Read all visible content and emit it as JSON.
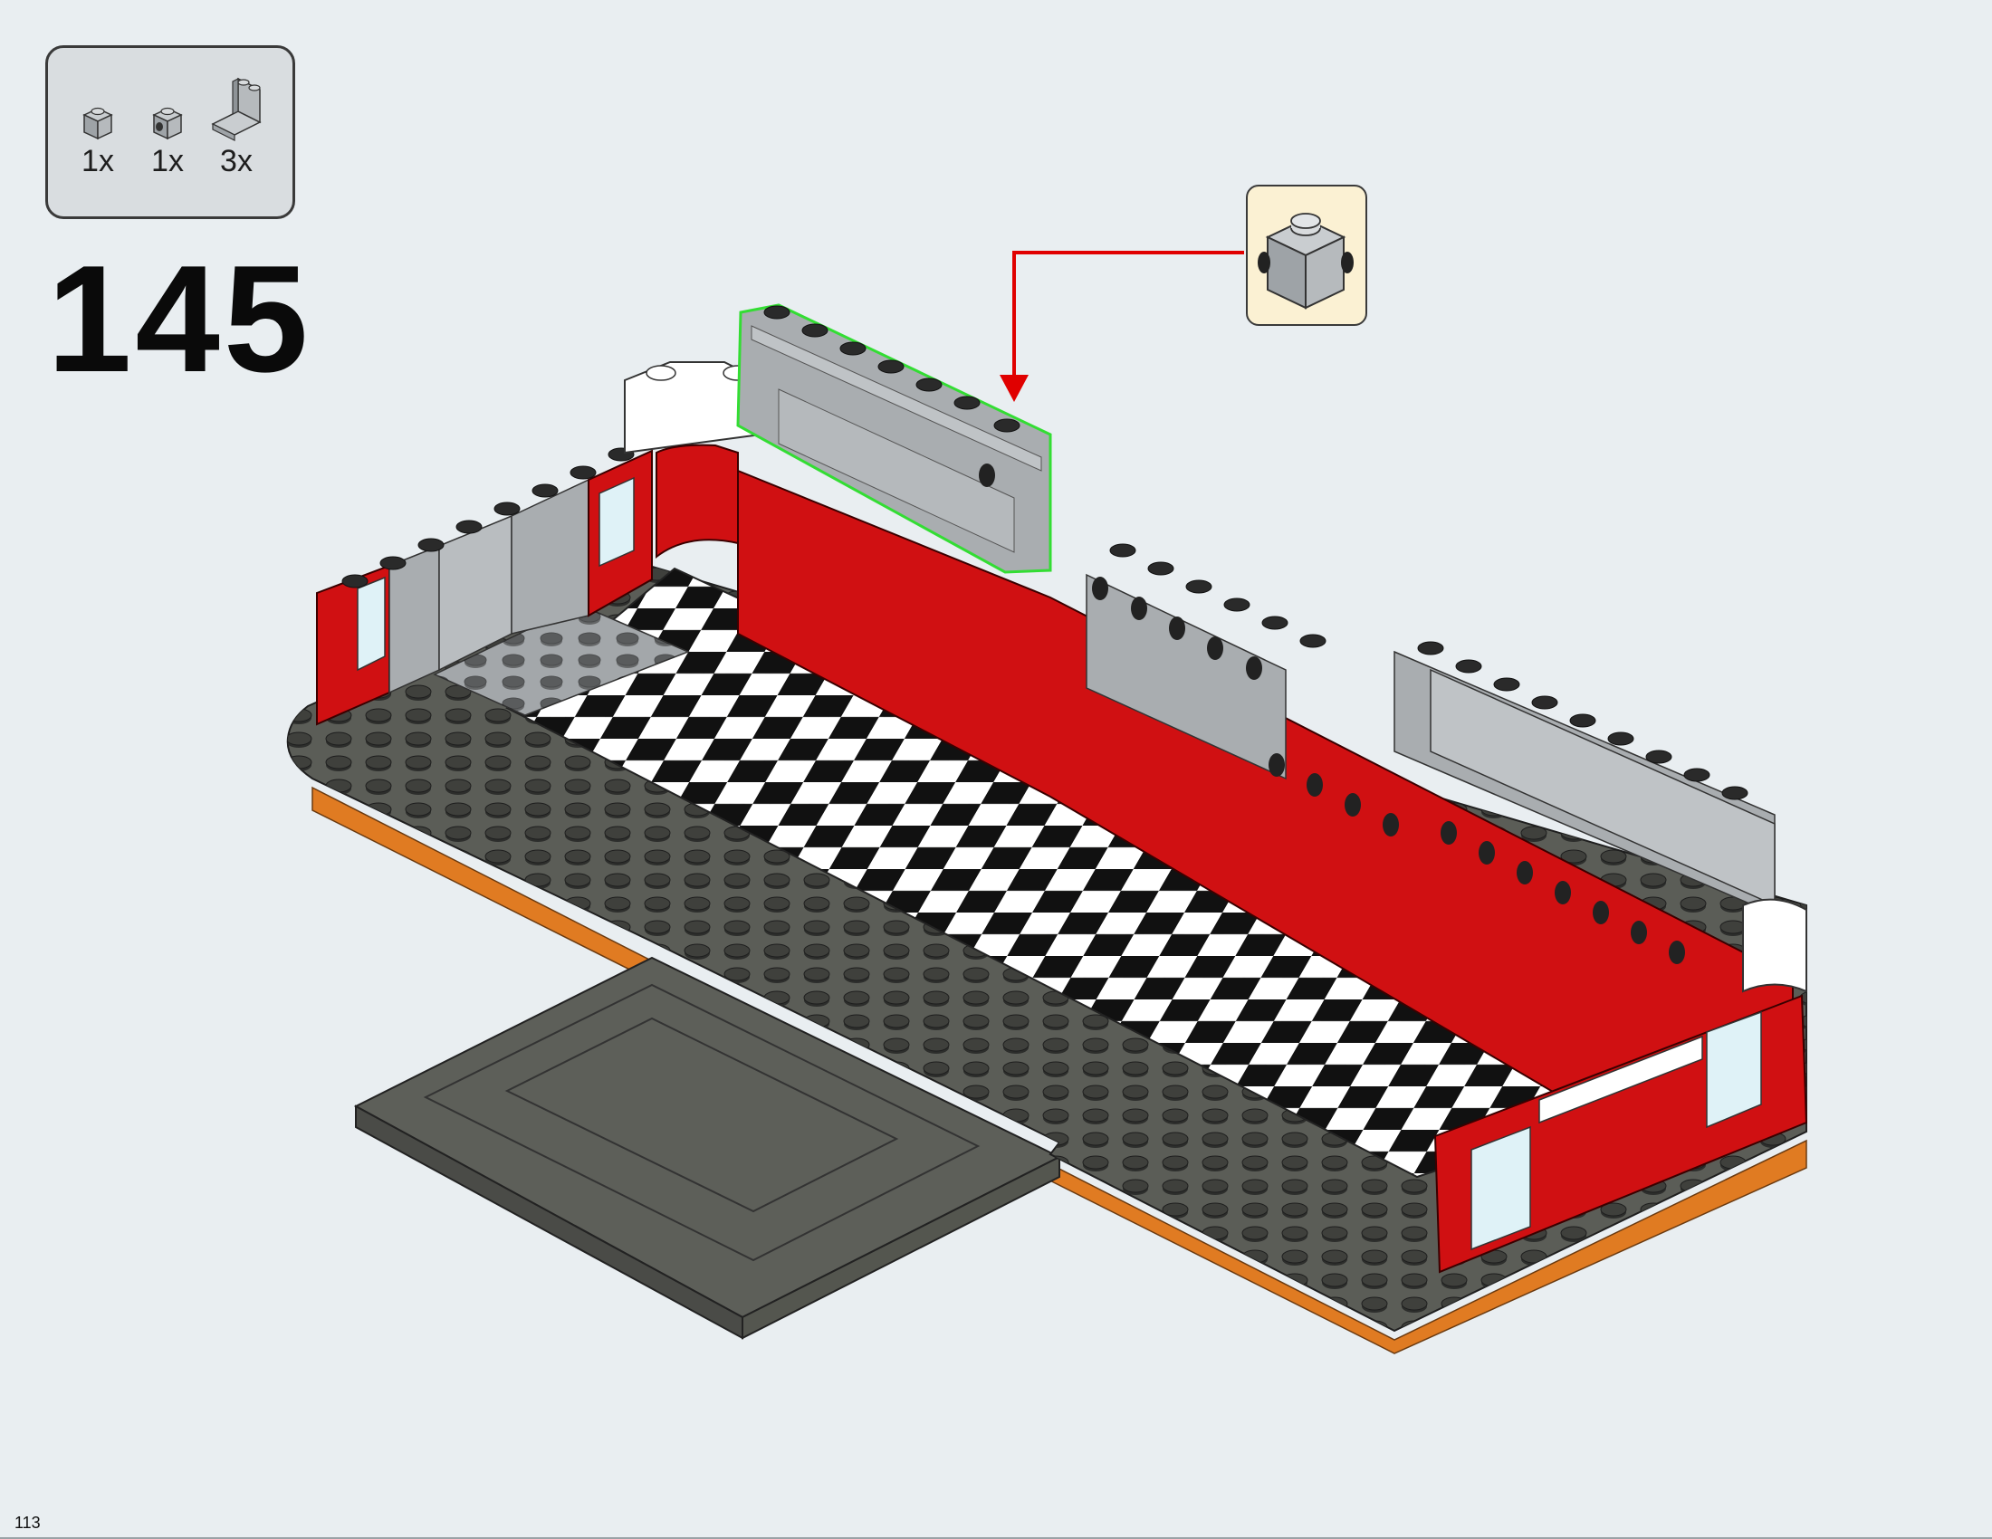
{
  "parts_list": {
    "items": [
      {
        "name": "light-gray-1x1-brick-icon",
        "quantity": "1x"
      },
      {
        "name": "light-gray-1x1-brick-with-stud-on-side-icon",
        "quantity": "1x"
      },
      {
        "name": "light-gray-1x2x2-wall-element-icon",
        "quantity": "3x"
      }
    ]
  },
  "step": {
    "number": "145"
  },
  "callout": {
    "part_icon": "light-gray-1x1-brick-studs-on-two-sides-icon"
  },
  "colors": {
    "background": "#e9eef1",
    "red": "#d01012",
    "dark_gray": "#5b5d57",
    "light_gray": "#a9adb0",
    "orange": "#e07b22",
    "highlight_green": "#33dd33",
    "arrow_red": "#e00000",
    "callout_bg": "#fbf1d3"
  },
  "page": {
    "number": "113"
  }
}
